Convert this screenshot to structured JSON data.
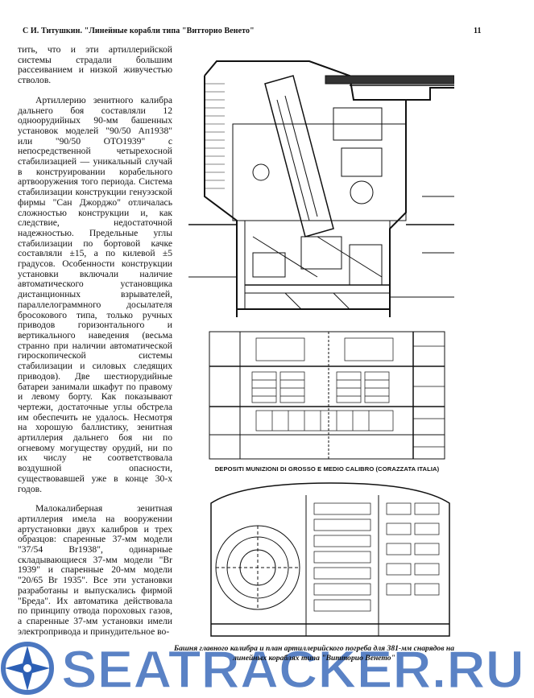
{
  "header": {
    "title": "С И. Титушкин. \"Линейные корабли типа \"Витторио Венето\"",
    "page_number": "11"
  },
  "body_text": [
    "тить, что и эти артиллерийской системы страдали большим рассеиванием и низкой живучестью стволов.",
    "Артиллерию зенитного калибра дальнего боя составляли 12 одноорудийных 90-мм башенных установок моделей \"90/50 Ап1938\" или \"90/50 OTO1939\" с непосредственной четырехосной стабилизацией — уникальный случай в конструировании корабельного артвооружения того периода. Система стабилизации конструкции генуэзской фирмы \"Сан Джорджо\" отличалась сложностью конструкции и, как следствие, недостаточной надежностью. Предельные углы стабилизации по бортовой качке составляли ±15, а по килевой ±5 градусов. Особенности конструкции установки включали наличие автоматического установщика дистанционных взрывателей, параллелограммного досылателя бросокового типа, только ручных приводов горизонтального и вертикального наведения (весьма странно при наличии автоматической гироскопической системы стабилизации и силовых следящих приводов). Две шестиорудийные батареи занимали шкафут по правому и левому борту. Как показывают чертежи, достаточные углы обстрела им обеспечить не удалось. Несмотря на хорошую баллистику, зенитная артиллерия дальнего боя ни по огневому могуществу орудий, ни по их числу не соответствовала воздушной опасности, существовавшей уже в конце 30-х годов.",
    "Малокалиберная зенитная артиллерия имела на вооружении артустановки двух калибров и трех образцов: спаренные 37-мм модели \"37/54 Br1938\", одинарные складывающиеся 37-мм модели \"Br 1939\" и спаренные 20-мм модели \"20/65 Br 1935\". Все эти установки разработаны и выпускались фирмой \"Бреда\". Их автоматика действовала по принципу отвода пороховых газов, а спаренные 37-мм установки имели электропривода и принудительное во-"
  ],
  "figure_labels": {
    "magazine_title": "DEPOSITI MUNIZIONI DI GROSSO E MEDIO CALIBRO (CORAZZATA ITALIA)"
  },
  "caption": "Башня главного калибра и план артиллерийского погреба для 381-мм снарядов на линейных кораблях типа \"Витторио Венето\"",
  "watermark": {
    "text": "SEATRACKER.RU",
    "color": "#2c5fb5",
    "icon": "propeller-icon"
  }
}
